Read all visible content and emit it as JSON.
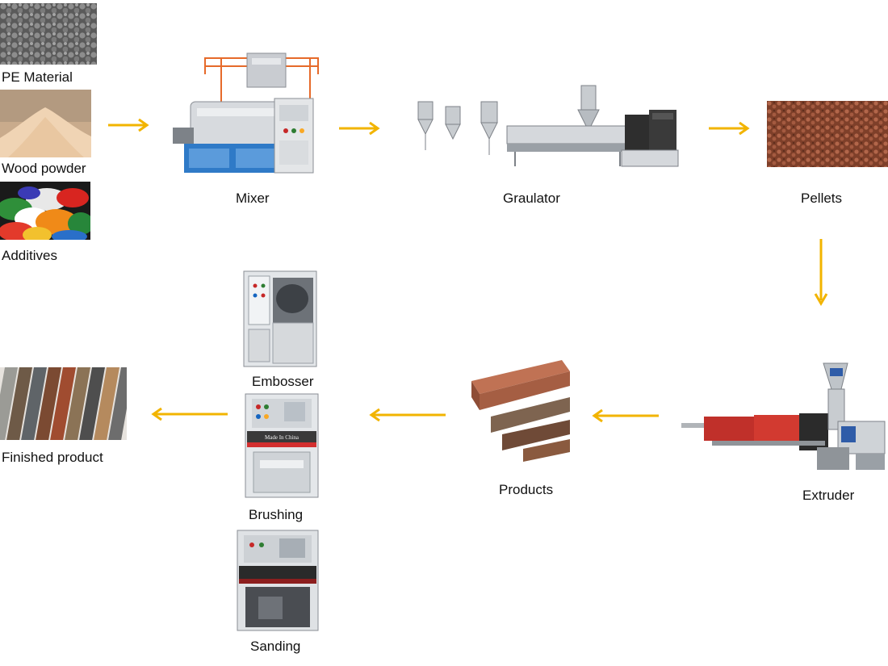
{
  "labels": {
    "pe_material": "PE Material",
    "wood_powder": "Wood powder",
    "additives": "Additives",
    "mixer": "Mixer",
    "granulator": "Graulator",
    "pellets": "Pellets",
    "extruder": "Extruder",
    "products": "Products",
    "embosser": "Embosser",
    "brushing": "Brushing",
    "sanding": "Sanding",
    "finished_product": "Finished product"
  },
  "machine_text": {
    "made_in_china": "Made In China"
  },
  "colors": {
    "arrow": "#f2b400",
    "pe_material": "#6b6b6b",
    "wood_powder": "#e8c9a8",
    "pellets": "#8a4b33",
    "product_board": "#a0583f"
  },
  "flow": [
    "PE Material, Wood powder, Additives",
    "Mixer",
    "Graulator",
    "Pellets",
    "Extruder",
    "Products",
    "Embosser, Brushing, Sanding",
    "Finished product"
  ]
}
